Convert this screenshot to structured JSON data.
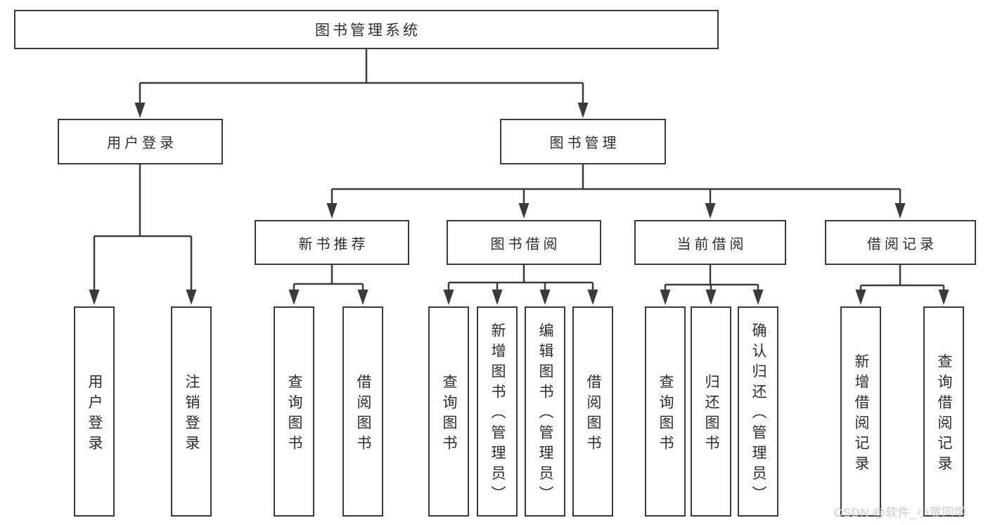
{
  "tree": {
    "root": {
      "label": "图书管理系统"
    },
    "branches": [
      {
        "label": "用户登录",
        "children": [
          {
            "label": "用户登录"
          },
          {
            "label": "注销登录"
          }
        ]
      },
      {
        "label": "图书管理",
        "sections": [
          {
            "label": "新书推荐",
            "children": [
              {
                "label": "查询图书"
              },
              {
                "label": "借阅图书"
              }
            ]
          },
          {
            "label": "图书借阅",
            "children": [
              {
                "label": "查询图书"
              },
              {
                "label": "新增图书（管理员）"
              },
              {
                "label": "编辑图书（管理员）"
              },
              {
                "label": "借阅图书"
              }
            ]
          },
          {
            "label": "当前借阅",
            "children": [
              {
                "label": "查询图书"
              },
              {
                "label": "归还图书"
              },
              {
                "label": "确认归还（管理员）"
              }
            ]
          },
          {
            "label": "借阅记录",
            "children": [
              {
                "label": "新增借阅记录"
              },
              {
                "label": "查询借阅记录"
              }
            ]
          }
        ]
      }
    ]
  },
  "watermark": {
    "text": "CSDN @软件_小贺同学"
  },
  "colors": {
    "line": "#3b3b3b",
    "box_border": "#3b3b3b",
    "text": "#2d2d2d",
    "watermark": "#c9c9c9",
    "background": "#ffffff"
  }
}
